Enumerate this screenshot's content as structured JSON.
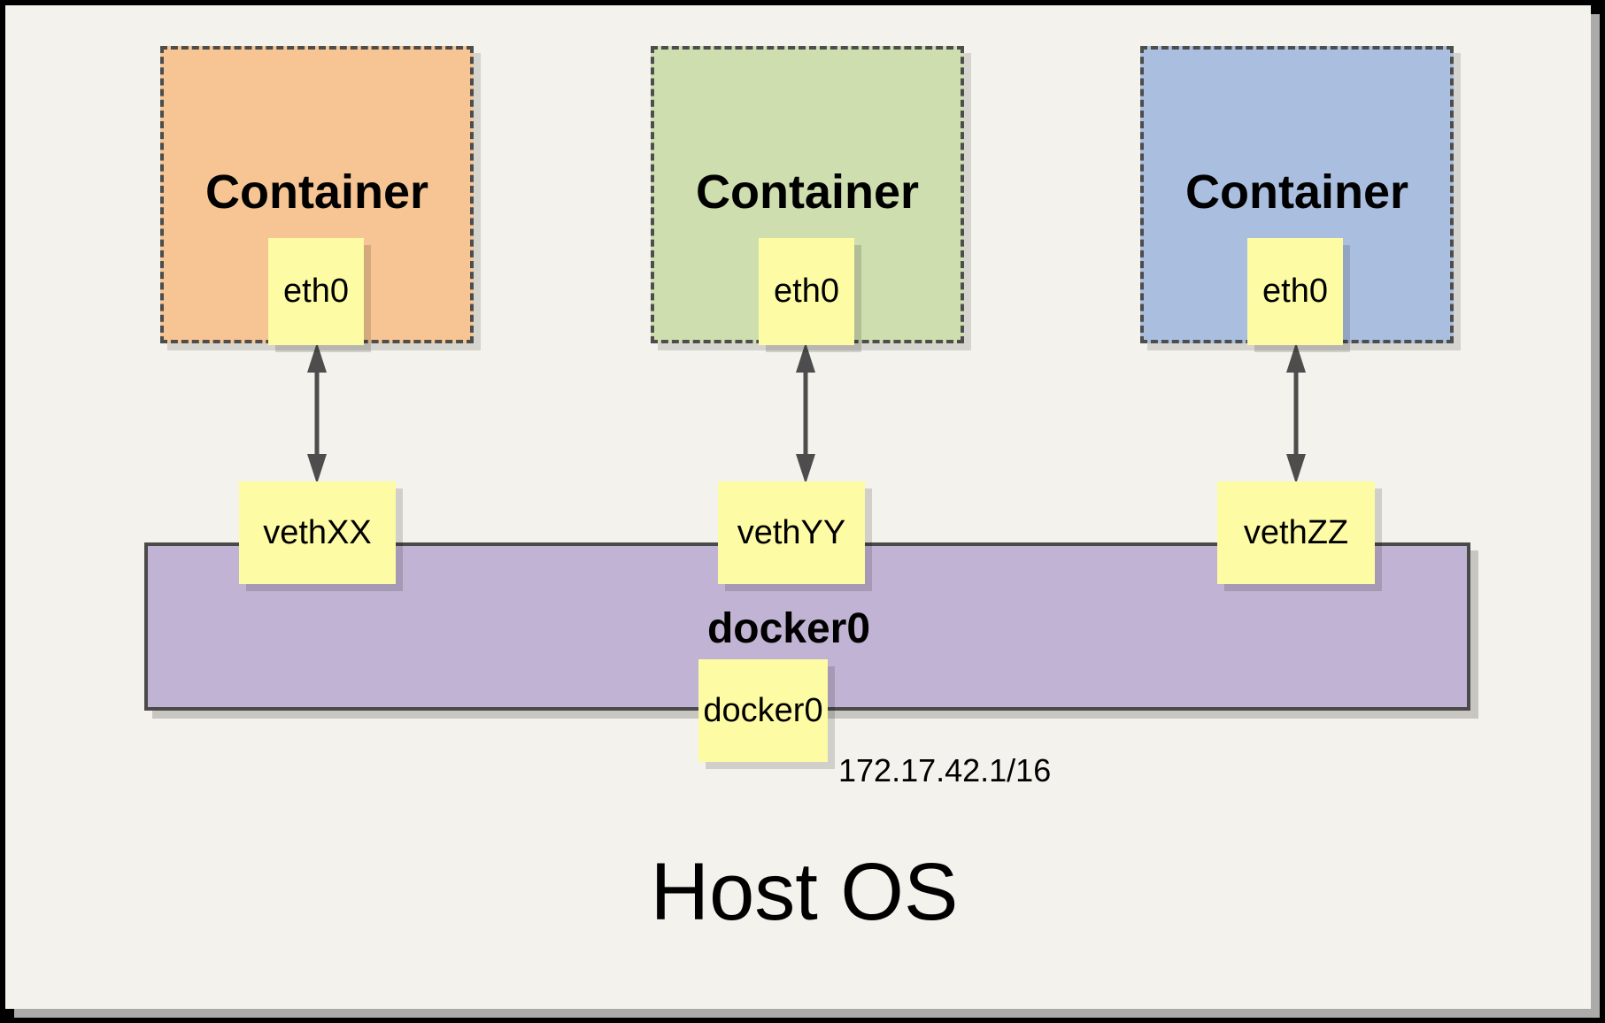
{
  "containers": [
    {
      "title": "Container",
      "eth": "eth0",
      "veth": "vethXX",
      "fill": "#F6C593"
    },
    {
      "title": "Container",
      "eth": "eth0",
      "veth": "vethYY",
      "fill": "#CFDEAF"
    },
    {
      "title": "Container",
      "eth": "eth0",
      "veth": "vethZZ",
      "fill": "#AABFDF"
    }
  ],
  "bridge": {
    "name": "docker0",
    "interface_label": "docker0",
    "ip": "172.17.42.1/16",
    "fill": "#C1B3D3"
  },
  "host_label": "Host OS",
  "colors": {
    "note_yellow": "#FDFBA3",
    "page_background": "#F4F2EC",
    "frame": "#000000",
    "dashed_border": "#4D4D4D",
    "arrow": "#4D4D4D"
  }
}
